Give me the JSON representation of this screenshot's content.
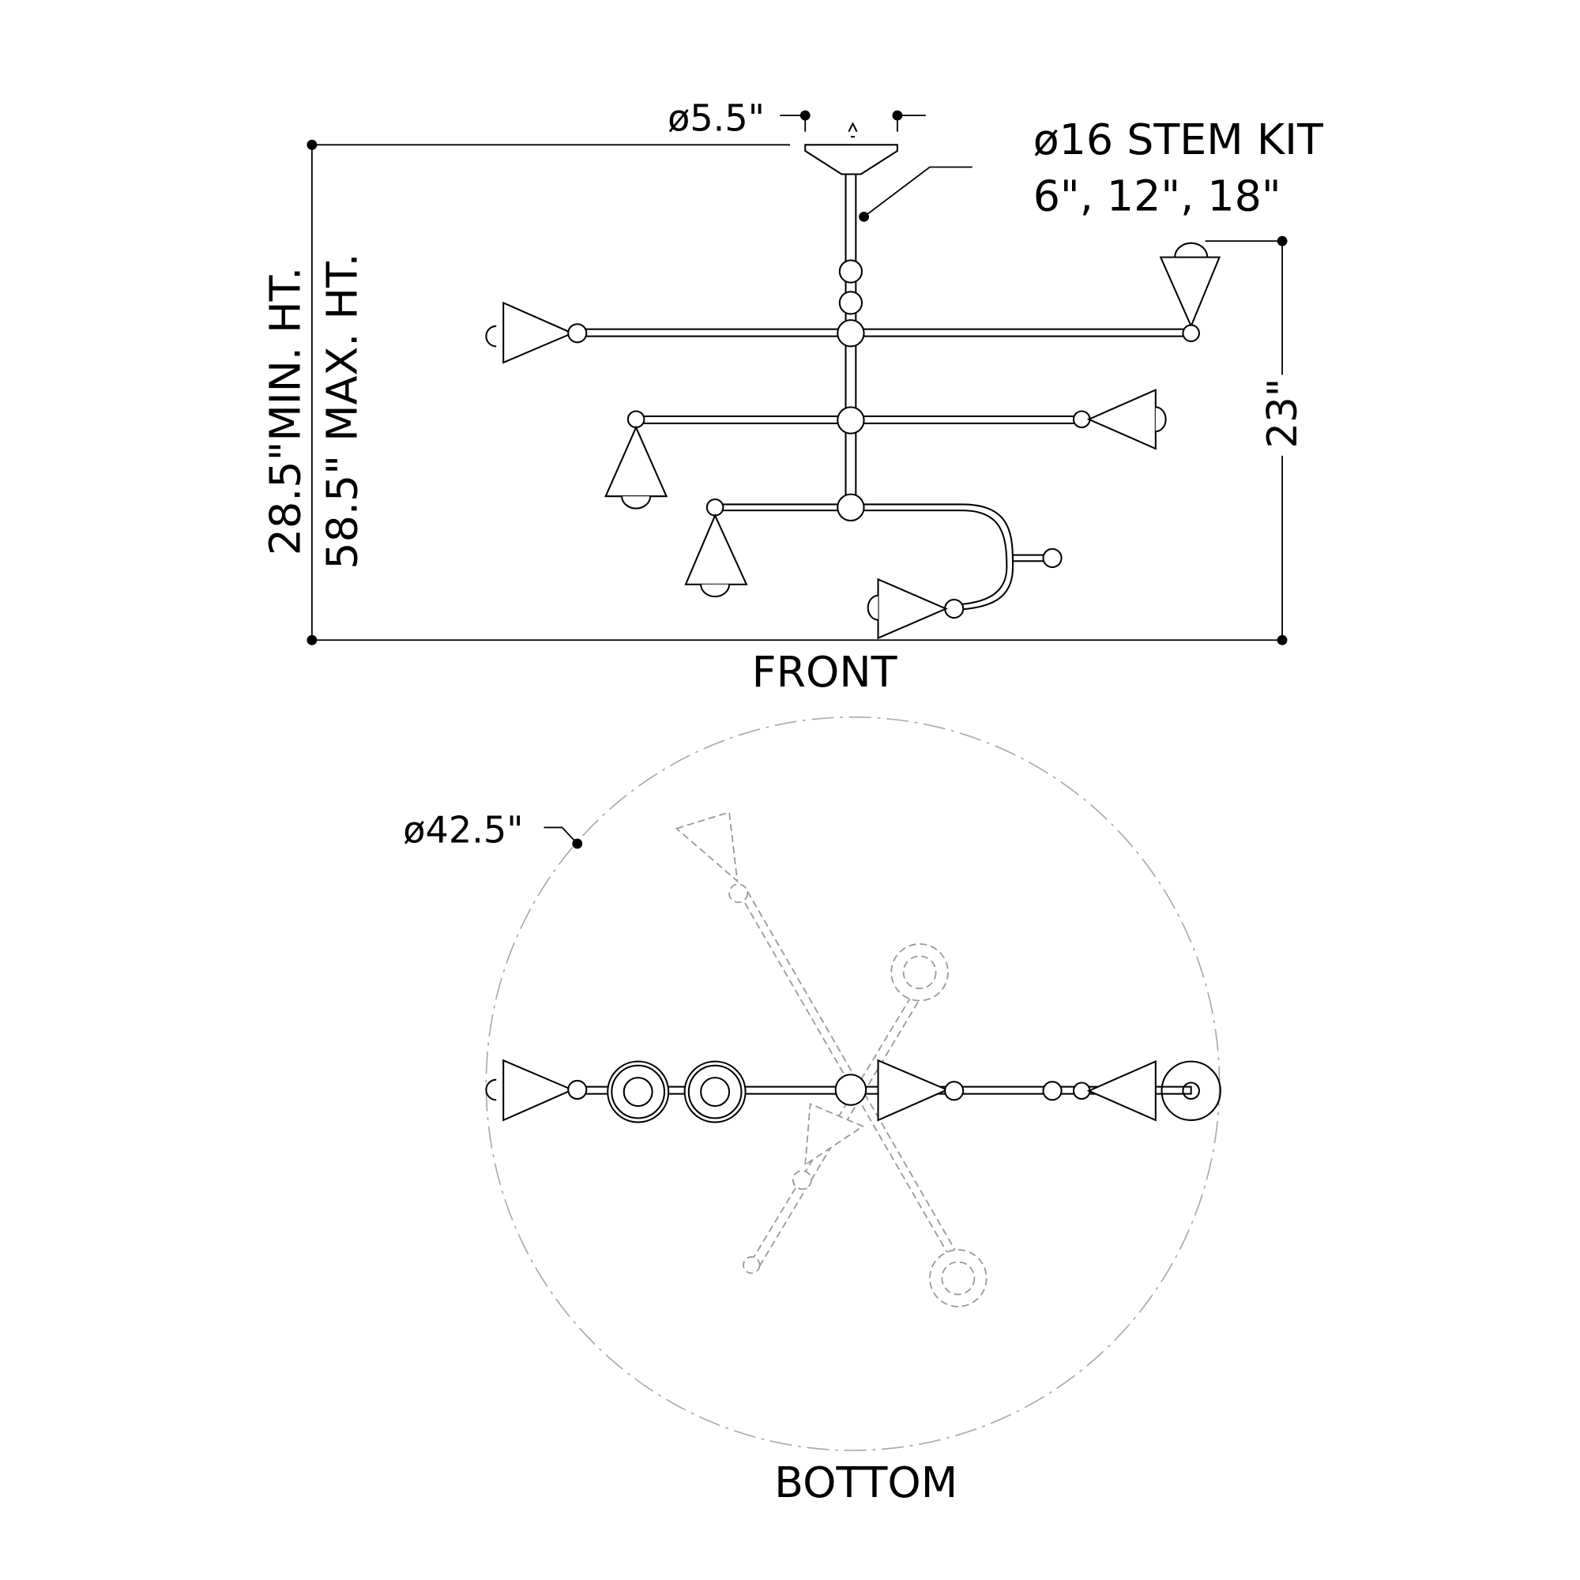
{
  "front": {
    "canopy_dim": "ø5.5\"",
    "stem_kit_line1": "ø16 STEM KIT",
    "stem_kit_line2": "6\", 12\", 18\"",
    "min_height": "28.5\"MIN. HT.",
    "max_height": "58.5\" MAX. HT.",
    "drop_dim": "23\"",
    "view_label": "FRONT"
  },
  "bottom": {
    "diameter_dim": "ø42.5\"",
    "view_label": "BOTTOM"
  }
}
